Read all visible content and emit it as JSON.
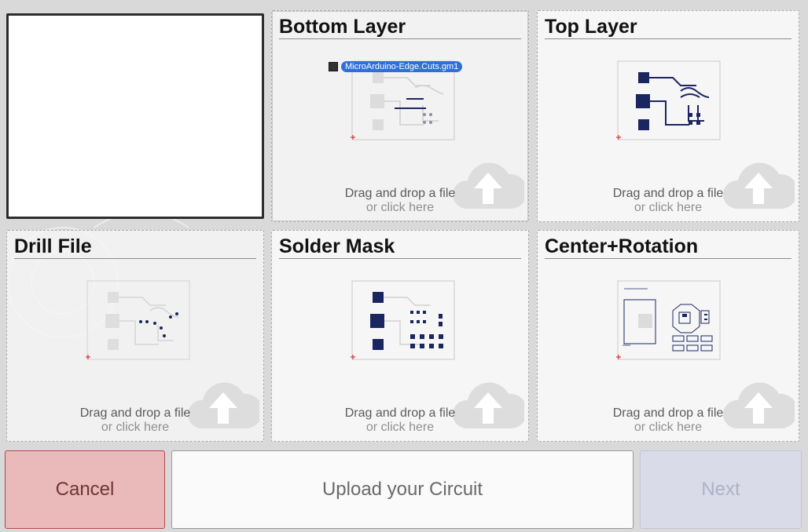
{
  "tiles": [
    {
      "title": ""
    },
    {
      "title": "Bottom Layer",
      "file_chip": "MicroArduino-Edge.Cuts.gm1"
    },
    {
      "title": "Top Layer"
    },
    {
      "title": "Drill File"
    },
    {
      "title": "Solder Mask"
    },
    {
      "title": "Center+Rotation"
    }
  ],
  "drop_hint": {
    "line1": "Drag and drop a file",
    "line2": "or click here"
  },
  "footer": {
    "cancel": "Cancel",
    "title": "Upload your Circuit",
    "next": "Next"
  },
  "colors": {
    "pcb_trace": "#1b2560",
    "board_outline": "#b9b9b9",
    "origin_mark": "#e03a3a",
    "chip": "#2f6fd8"
  }
}
